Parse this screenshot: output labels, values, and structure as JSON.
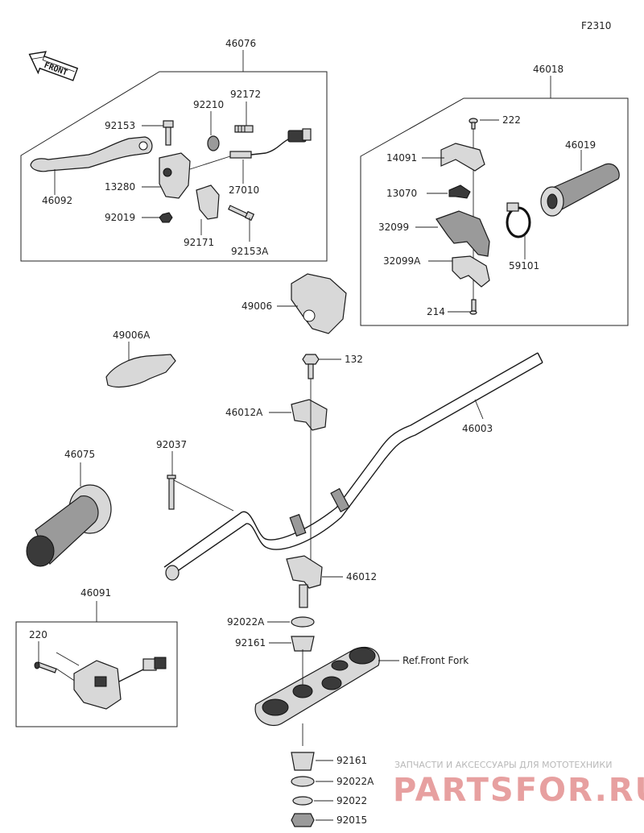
{
  "figure_id": "F2310",
  "front_arrow": "FRONT",
  "ref_note": "Ref.Front Fork",
  "watermark": {
    "tagline": "ЗАПЧАСТИ И АКСЕССУАРЫ ДЛЯ МОТОТЕХНИКИ",
    "brand": "PARTSFOR.RU"
  },
  "parts": {
    "p46076": "46076",
    "p92172": "92172",
    "p92210": "92210",
    "p92153": "92153",
    "p46092": "46092",
    "p13280": "13280",
    "p27010": "27010",
    "p92019": "92019",
    "p92171": "92171",
    "p92153A": "92153A",
    "p46018": "46018",
    "p222": "222",
    "p14091": "14091",
    "p46019": "46019",
    "p13070": "13070",
    "p32099": "32099",
    "p59101": "59101",
    "p32099A": "32099A",
    "p214": "214",
    "p49006": "49006",
    "p49006A": "49006A",
    "p132": "132",
    "p46012A": "46012A",
    "p46003": "46003",
    "p92037": "92037",
    "p46075": "46075",
    "p46012": "46012",
    "p46091": "46091",
    "p220": "220",
    "p92022A": "92022A",
    "p92161": "92161",
    "p92161b": "92161",
    "p92022Ab": "92022A",
    "p92022": "92022",
    "p92015": "92015"
  }
}
